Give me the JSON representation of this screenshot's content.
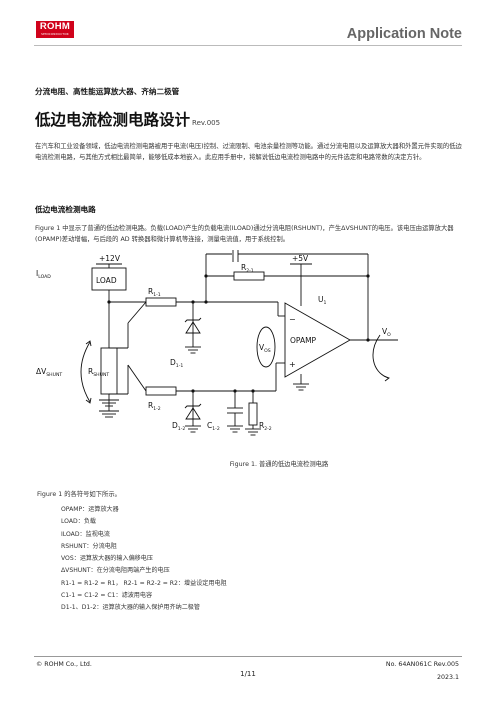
{
  "header": {
    "logo_text": "ROHM",
    "logo_subtext": "SEMICONDUCTOR",
    "doc_type": "Application Note"
  },
  "subtitle": "分流电阻、高性能运算放大器、齐纳二极管",
  "title": "低边电流检测电路设计",
  "revision": "Rev.005",
  "intro": "在汽车和工业设备领域，低边电流检测电路被用于电流(电压)控制、过流限制、电池余量检测等功能。通过分流电阻以及运算放大器和外置元件实现的低边电流检测电路，与其他方式相比最简单，能够低成本地嵌入。此应用手册中，将解说低边电流检测电路中的元件选定和电路常数的决定方针。",
  "section": {
    "heading": "低边电流检测电路",
    "body": "Figure 1 中显示了普通的低边检测电路。负载(LOAD)产生的负载电流(ILOAD)通过分流电阻(RSHUNT)，产生ΔVSHUNT的电压。该电压由运算放大器(OPAMP)差动增幅，与后段的 AD 转换器和微计算机等连接，测量电流值，用于系统控制。"
  },
  "figure": {
    "caption": "Figure 1. 普通的低边电流检测电路",
    "labels": {
      "v12": "+12V",
      "v5": "+5V",
      "iload": "I",
      "iload_sub": "LOAD",
      "load": "LOAD",
      "dv": "ΔV",
      "dv_sub": "SHUNT",
      "rshunt": "R",
      "rshunt_sub": "SHUNT",
      "r11": "R",
      "r11_sub": "1-1",
      "r12": "R",
      "r12_sub": "1-2",
      "d11": "D",
      "d11_sub": "1-1",
      "d12": "D",
      "d12_sub": "1-2",
      "c11": "C",
      "c11_sub": "1-1",
      "c12": "C",
      "c12_sub": "1-2",
      "r21": "R",
      "r21_sub": "2-1",
      "r22": "R",
      "r22_sub": "2-2",
      "u1": "U",
      "u1_sub": "1",
      "vos": "V",
      "vos_sub": "OS",
      "opamp": "OPAMP",
      "minus": "−",
      "plus": "+",
      "vo": "V",
      "vo_sub": "O"
    }
  },
  "definitions": {
    "intro": "Figure 1 的各符号如下所示。",
    "items": [
      "OPAMP：运算放大器",
      "LOAD：负载",
      "ILOAD：监视电流",
      "RSHUNT：分流电阻",
      "VOS：运算放大器的输入偏移电压",
      "ΔVSHUNT：在分流电阻两端产生的电压",
      "R1-1 = R1-2 = R1，  R2-1 = R2-2 = R2：增益设定用电阻",
      "C1-1 = C1-2 = C1：滤波用电容",
      "D1-1、D1-2：运算放大器的输入保护用齐纳二极管"
    ]
  },
  "footer": {
    "copyright": "© ROHM Co., Ltd.",
    "doc_number": "No. 64AN061C Rev.005",
    "page": "1/11",
    "date": "2023.1"
  }
}
